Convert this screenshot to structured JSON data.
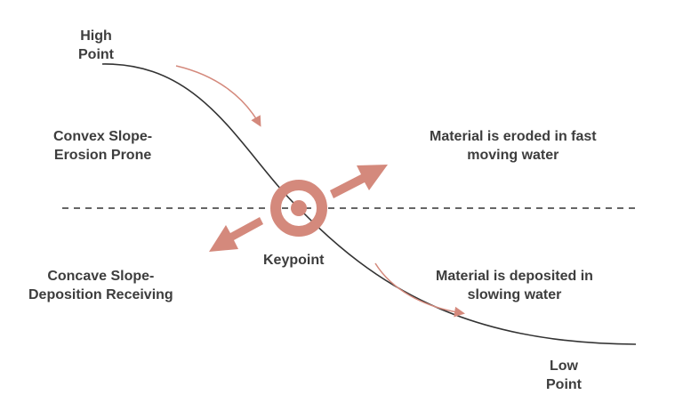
{
  "labels": {
    "high_point": "High\nPoint",
    "low_point": "Low\nPoint",
    "convex": "Convex Slope-\nErosion Prone",
    "concave": "Concave Slope-\nDeposition Receiving",
    "eroded": "Material is eroded in fast\nmoving water",
    "deposited": "Material is deposited in\nslowing water",
    "keypoint": "Keypoint"
  },
  "colors": {
    "accent": "#d4897c",
    "curve": "#333333",
    "text": "#3d3d3d"
  }
}
